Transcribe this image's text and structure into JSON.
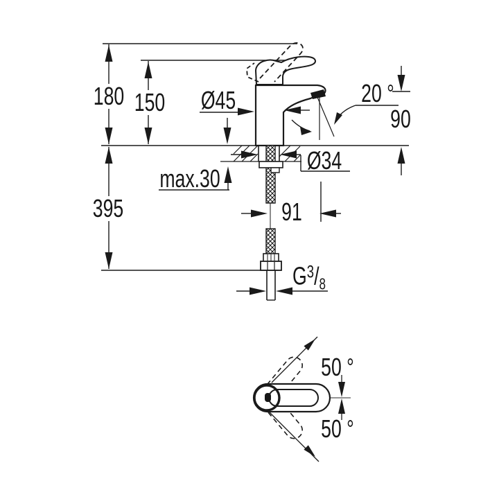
{
  "colors": {
    "ink": "#1a1a1a",
    "background": "#ffffff"
  },
  "front_view": {
    "overall_height": "180",
    "handle_height": "150",
    "body_diameter": "Ø45",
    "stream_angle": "20 °",
    "spout_height": "90",
    "deck_max_thickness": "max.30",
    "hole_diameter": "Ø34",
    "hose_drop": "395",
    "spout_reach": "91",
    "thread_g": "G",
    "thread_numerator": "3",
    "thread_slash": "/",
    "thread_denominator": "8"
  },
  "top_view": {
    "swivel_angle_up": "50 °",
    "swivel_angle_down": "50 °"
  }
}
